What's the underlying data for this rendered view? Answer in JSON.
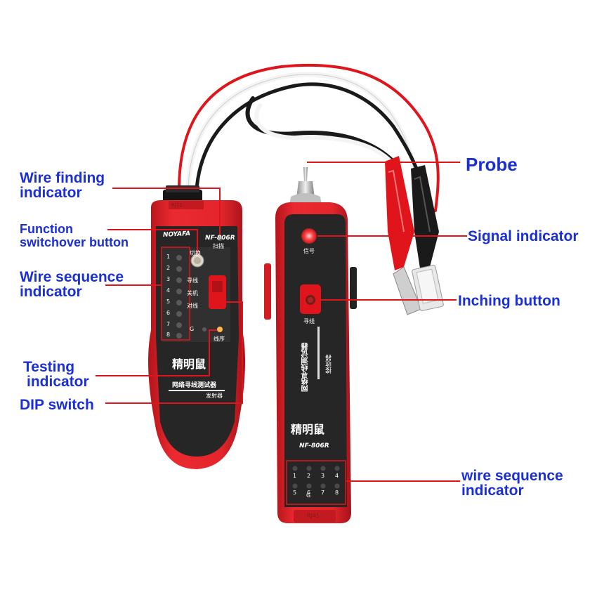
{
  "labels": {
    "wire_finding_1": "Wire finding",
    "wire_finding_2": "indicator",
    "function_1": "Function",
    "function_2": "switchover button",
    "wire_sequence_1": "Wire sequence",
    "wire_sequence_2": "indicator",
    "testing_1": "Testing",
    "testing_2": "indicator",
    "dip_switch": "DIP switch",
    "probe": "Probe",
    "signal_indicator": "Signal indicator",
    "inching_button": "Inching button",
    "wire_sequence_right_1": "wire sequence",
    "wire_sequence_right_2": "indicator"
  },
  "transmitter": {
    "brand": "NOYAFA",
    "model": "NF-806R",
    "rj11": "RJ11",
    "switch_label": "切换",
    "scan_label": "扫描",
    "mode_find": "寻线",
    "mode_off": "关机",
    "mode_pair": "对线",
    "sequence_label": "线序",
    "ground_label": "G",
    "logo": "精明鼠",
    "product_name": "网络寻线测试器",
    "unit_type": "发射器",
    "numbers": [
      "1",
      "2",
      "3",
      "4",
      "5",
      "6",
      "7",
      "8"
    ]
  },
  "receiver": {
    "signal_label": "信号",
    "find_label": "寻线",
    "product_name": "网络寻线测试器",
    "unit_type": "接收器",
    "logo": "精明鼠",
    "model": "NF-806R",
    "rj45": "RJ45",
    "ground_label": "G",
    "numbers_row1": [
      "1",
      "2",
      "3",
      "4"
    ],
    "numbers_row2": [
      "5",
      "6",
      "7",
      "8"
    ]
  },
  "colors": {
    "label_blue": "#1a2fd6",
    "leader_red": "#e0141b",
    "device_red": "#e3262c",
    "panel_dark": "#2b2b2b"
  }
}
